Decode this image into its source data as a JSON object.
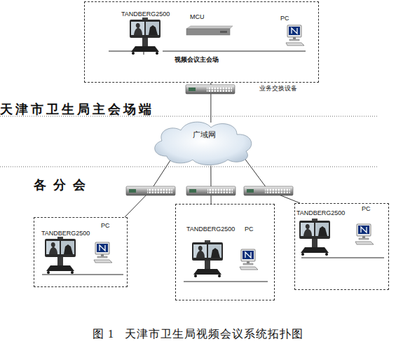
{
  "diagram": {
    "caption": "图 1   天津市卫生局视频会议系统拓扑图",
    "nodes": [
      {
        "text": [
          "TANDBERG2500",
          "MCU",
          "PC",
          "视频会议主会场"
        ]
      },
      {
        "text": [
          "广域网"
        ]
      },
      {
        "text": [
          "TANDBERG2500",
          "PC"
        ]
      },
      {
        "text": [
          "TANDBERG2500",
          "PC"
        ]
      },
      {
        "text": [
          "TANDBERG2500",
          "PC"
        ]
      }
    ],
    "edges": [
      {
        "from": 0,
        "to": 1,
        "arrow": "none"
      },
      {
        "from": 1,
        "to": 2,
        "arrow": "none"
      },
      {
        "from": 1,
        "to": 3,
        "arrow": "none"
      },
      {
        "from": 1,
        "to": 4,
        "arrow": "none"
      }
    ],
    "labels": [
      "业务交换设备",
      "天津市卫生局主会场端",
      "各分会"
    ]
  }
}
